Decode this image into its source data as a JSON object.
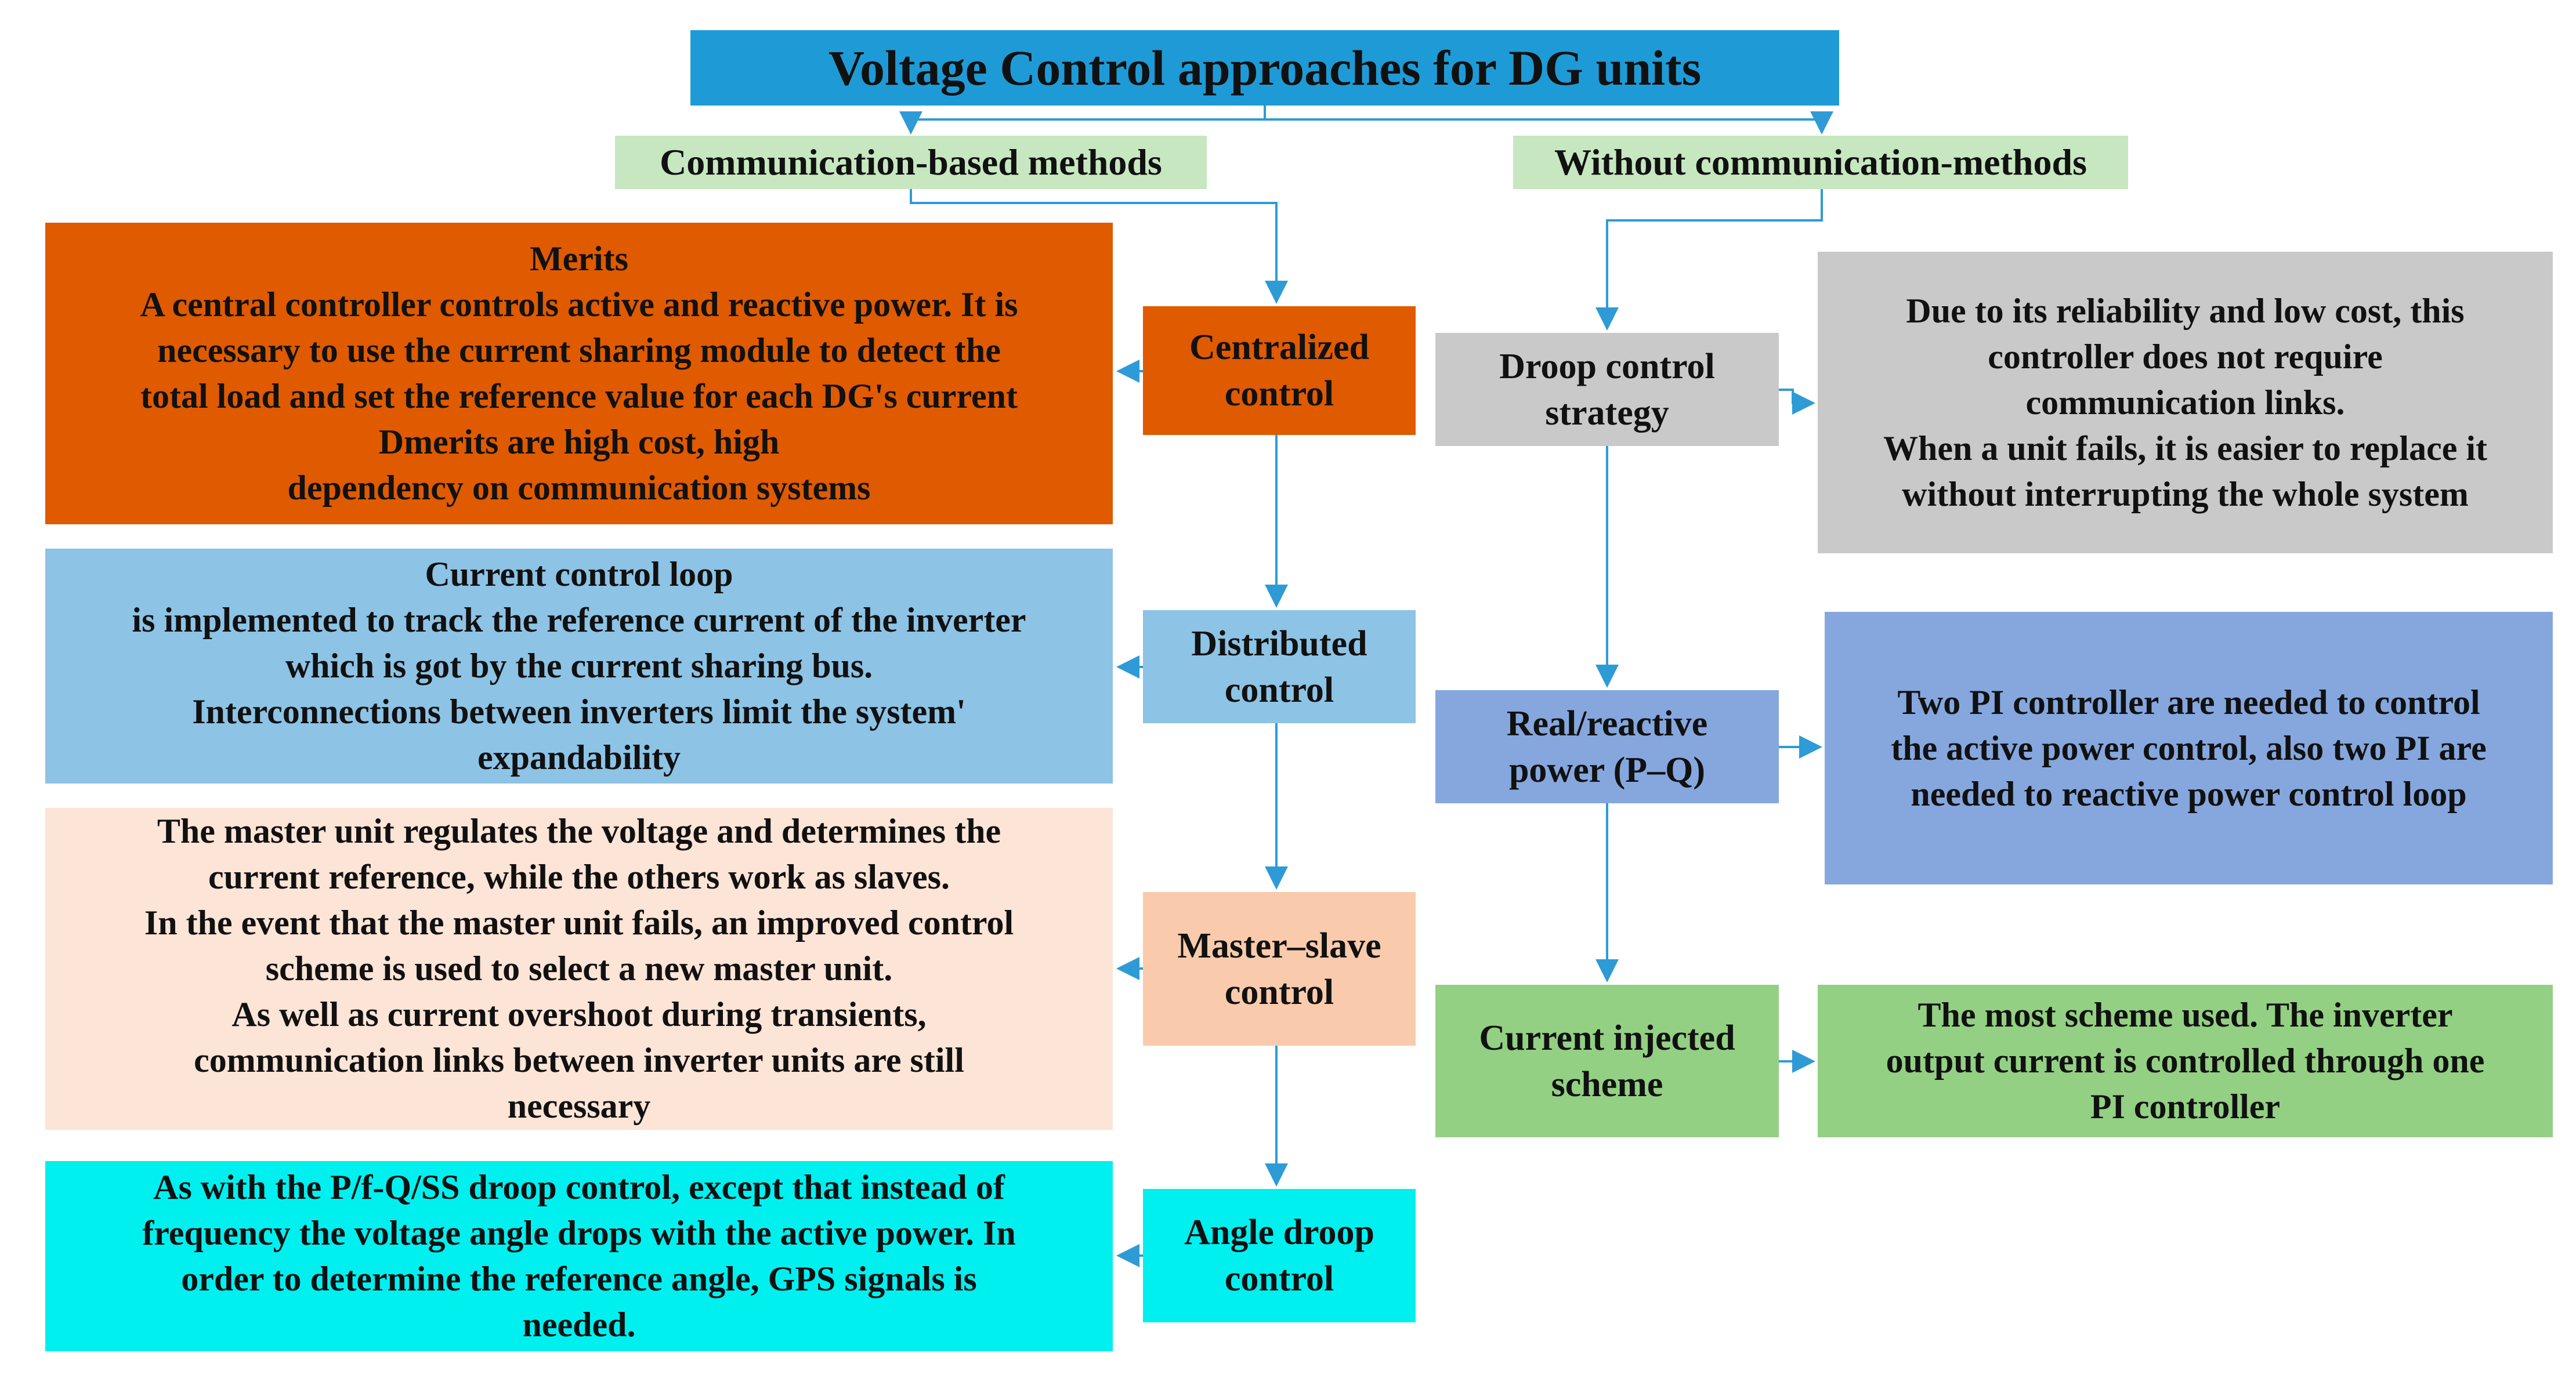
{
  "title": "Voltage Control approaches for DG units",
  "categories": {
    "comm": "Communication-based methods",
    "nocomm": "Without communication-methods"
  },
  "comm_methods": [
    {
      "lines": [
        "Centralized",
        "control"
      ],
      "color": "#E05A00",
      "desc_lines": [
        "Merits",
        "A central controller controls active and reactive power. It is",
        "necessary to use the current sharing module to detect the",
        "total load and set the reference value for each DG's current",
        "Dmerits are high cost, high",
        "dependency on communication systems"
      ],
      "desc_color": "#E05A00"
    },
    {
      "lines": [
        "Distributed",
        "control"
      ],
      "color": "#8DC3E5",
      "desc_lines": [
        "Current control loop",
        "is implemented to track the reference current of the inverter",
        "which is got by the current sharing bus.",
        "Interconnections between inverters limit the system'",
        "expandability"
      ],
      "desc_color": "#8DC3E5"
    },
    {
      "lines": [
        "Master–slave",
        "control"
      ],
      "color": "#F9CBAC",
      "desc_lines": [
        "The master unit regulates the voltage and determines the",
        "current reference, while the others work as slaves.",
        "In the event that the master unit fails, an improved control",
        "scheme is used to select a new master unit.",
        "As well as current overshoot during transients,",
        "communication links between inverter units are still",
        "necessary"
      ],
      "desc_color": "#FCE4D6"
    },
    {
      "lines": [
        "Angle droop",
        "control"
      ],
      "color": "#00F0F0",
      "desc_lines": [
        "As with the P/f-Q/SS droop control, except that instead of",
        "frequency the voltage angle drops with the active power. In",
        "order to determine the reference angle, GPS signals is",
        "needed."
      ],
      "desc_color": "#00F0F0"
    }
  ],
  "nocomm_methods": [
    {
      "lines": [
        "Droop control",
        "strategy"
      ],
      "color": "#C9C9C9",
      "desc_lines": [
        "Due to its reliability and low cost, this",
        "controller does not require",
        "communication links.",
        "When a unit fails, it is easier to replace it",
        "without interrupting the whole system"
      ],
      "desc_color": "#C9C9C9"
    },
    {
      "lines": [
        "Real/reactive",
        "power (P–Q)"
      ],
      "color": "#85A7DE",
      "desc_lines": [
        "Two PI controller are needed to control",
        "the active power control, also two PI are",
        "needed to reactive power control loop"
      ],
      "desc_color": "#85A7DE"
    },
    {
      "lines": [
        "Current injected",
        "scheme"
      ],
      "color": "#93D083",
      "desc_lines": [
        "The most scheme used. The inverter",
        "output current is controlled through one",
        "PI controller"
      ],
      "desc_color": "#93D083"
    }
  ],
  "colors": {
    "title_bg": "#1E9BD7",
    "category_bg": "#C6E7C0",
    "connector": "#2E9BD6"
  }
}
